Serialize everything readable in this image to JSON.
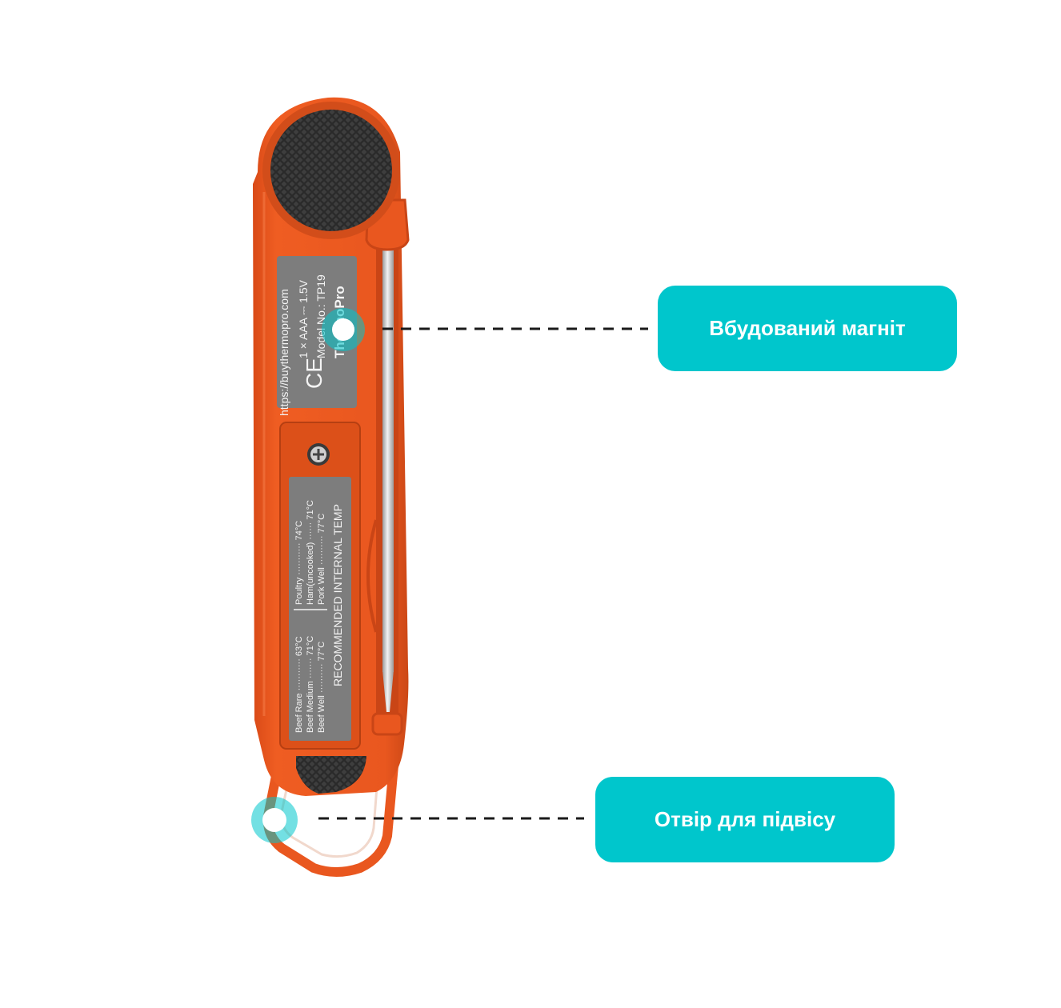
{
  "colors": {
    "accent": "#00c6cc",
    "body": "#e9571f",
    "body_dark": "#c94516",
    "label_plate": "#7d7d7d",
    "grip": "#3e3e3e",
    "probe": "#c7c7c7"
  },
  "callouts": {
    "magnet": "Вбудований магніт",
    "hang_hole": "Отвір для підвісу"
  },
  "device_label": {
    "brand": "ThermoPro",
    "model": "Model No.: TP19",
    "battery": "1 × AAA ⎓ 1.5V",
    "url": "https://buythermopro.com",
    "ce": "CE"
  },
  "temp_chart": {
    "title": "RECOMMENDED  INTERNAL TEMP",
    "rows": [
      {
        "name": "Beef Well",
        "temp": "77°C"
      },
      {
        "name": "Beef Medium",
        "temp": "71°C"
      },
      {
        "name": "Beef Rare",
        "temp": "63°C"
      },
      {
        "name": "Pork Well",
        "temp": "77°C"
      },
      {
        "name": "Ham(uncooked)",
        "temp": "71°C"
      },
      {
        "name": "Poultry",
        "temp": "74°C"
      }
    ]
  },
  "icons": [
    "screw-icon",
    "ce-mark-icon",
    "magnet-marker-icon",
    "hang-hole-marker-icon"
  ]
}
